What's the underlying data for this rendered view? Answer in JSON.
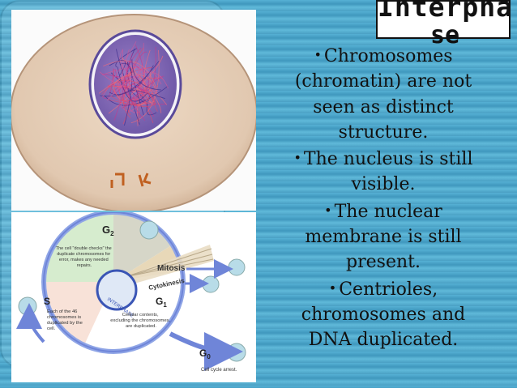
{
  "title_line1": "Interpha",
  "title_line2": "se",
  "bullets": [
    "Chromosomes (chromatin) are not seen as distinct structure.",
    "The nucleus is still visible.",
    "The nuclear membrane is still present.",
    "Centrioles, chromosomes and DNA duplicated."
  ],
  "cycle": {
    "g2": "G",
    "g2_sub": "2",
    "g2_desc": [
      "The cell \"double checks\" the",
      "duplicate chromosomes for",
      "error, makes any needed",
      "repairs."
    ],
    "mitosis": "Mitosis",
    "cytokinesis": "Cytokinesis",
    "s": "S",
    "s_desc": [
      "Each of the 46",
      "chromosomes is",
      "duplicated by the",
      "cell."
    ],
    "interphase": "INTERPHASE",
    "g1": "G",
    "g1_sub": "1",
    "g1_desc": [
      "Cellular contents,",
      "excluding the chromosomes,",
      "are duplicated."
    ],
    "g0": "G",
    "g0_sub": "0",
    "g0_desc": "Cell cycle arrest."
  },
  "colors": {
    "background": "#4aa0c4",
    "cell": "#e3cdb6",
    "nucleus": "#7f63b0",
    "g2_area": "#d8ecd0",
    "s_area": "#f8e0d8",
    "g1_area": "#ffffff",
    "arrow": "#6f85d8"
  }
}
